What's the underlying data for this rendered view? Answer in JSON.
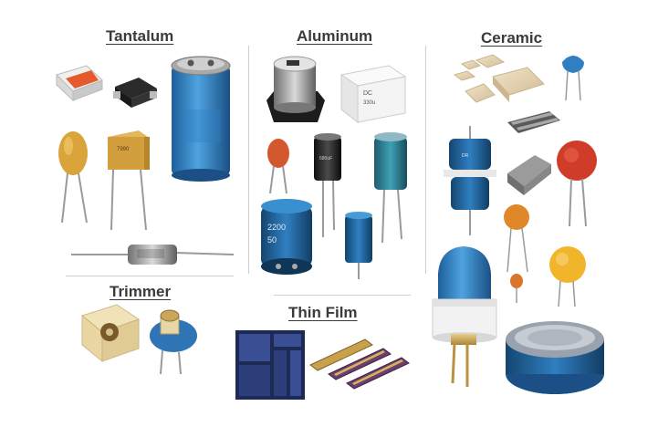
{
  "sections": {
    "tantalum": "Tantalum",
    "aluminum": "Aluminum",
    "ceramic": "Ceramic",
    "trimmer": "Trimmer",
    "thin_film": "Thin Film"
  },
  "colors": {
    "heading": "#3b3b3b",
    "divider": "#cfcfcf",
    "capacitor_blue": "#2f7fc1",
    "tantalum_yellow": "#d9a43a",
    "ceramic_orange": "#e0872a"
  }
}
